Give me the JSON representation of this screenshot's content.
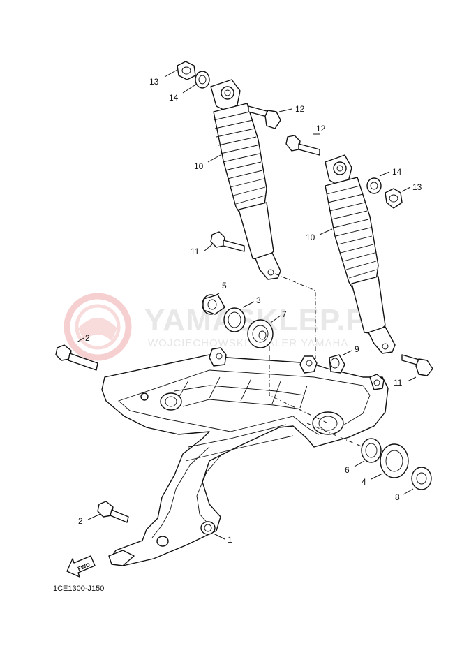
{
  "diagram": {
    "code": "1CE1300-J150",
    "fwd_label": "FWD",
    "watermark": {
      "brand": "YAMASKLEP.PL",
      "tagline": "WOJCIECHOWSKI DEALER YAMAHA",
      "color": "#f3c4c4"
    },
    "callouts": [
      {
        "id": "c13a",
        "label": "13"
      },
      {
        "id": "c14a",
        "label": "14"
      },
      {
        "id": "c12a",
        "label": "12"
      },
      {
        "id": "c12b",
        "label": "12"
      },
      {
        "id": "c10a",
        "label": "10"
      },
      {
        "id": "c14b",
        "label": "14"
      },
      {
        "id": "c13b",
        "label": "13"
      },
      {
        "id": "c10b",
        "label": "10"
      },
      {
        "id": "c11a",
        "label": "11"
      },
      {
        "id": "c5",
        "label": "5"
      },
      {
        "id": "c3",
        "label": "3"
      },
      {
        "id": "c7",
        "label": "7"
      },
      {
        "id": "c2a",
        "label": "2"
      },
      {
        "id": "c9",
        "label": "9"
      },
      {
        "id": "c11b",
        "label": "11"
      },
      {
        "id": "c6",
        "label": "6"
      },
      {
        "id": "c4",
        "label": "4"
      },
      {
        "id": "c8",
        "label": "8"
      },
      {
        "id": "c2b",
        "label": "2"
      },
      {
        "id": "c1",
        "label": "1"
      }
    ]
  }
}
